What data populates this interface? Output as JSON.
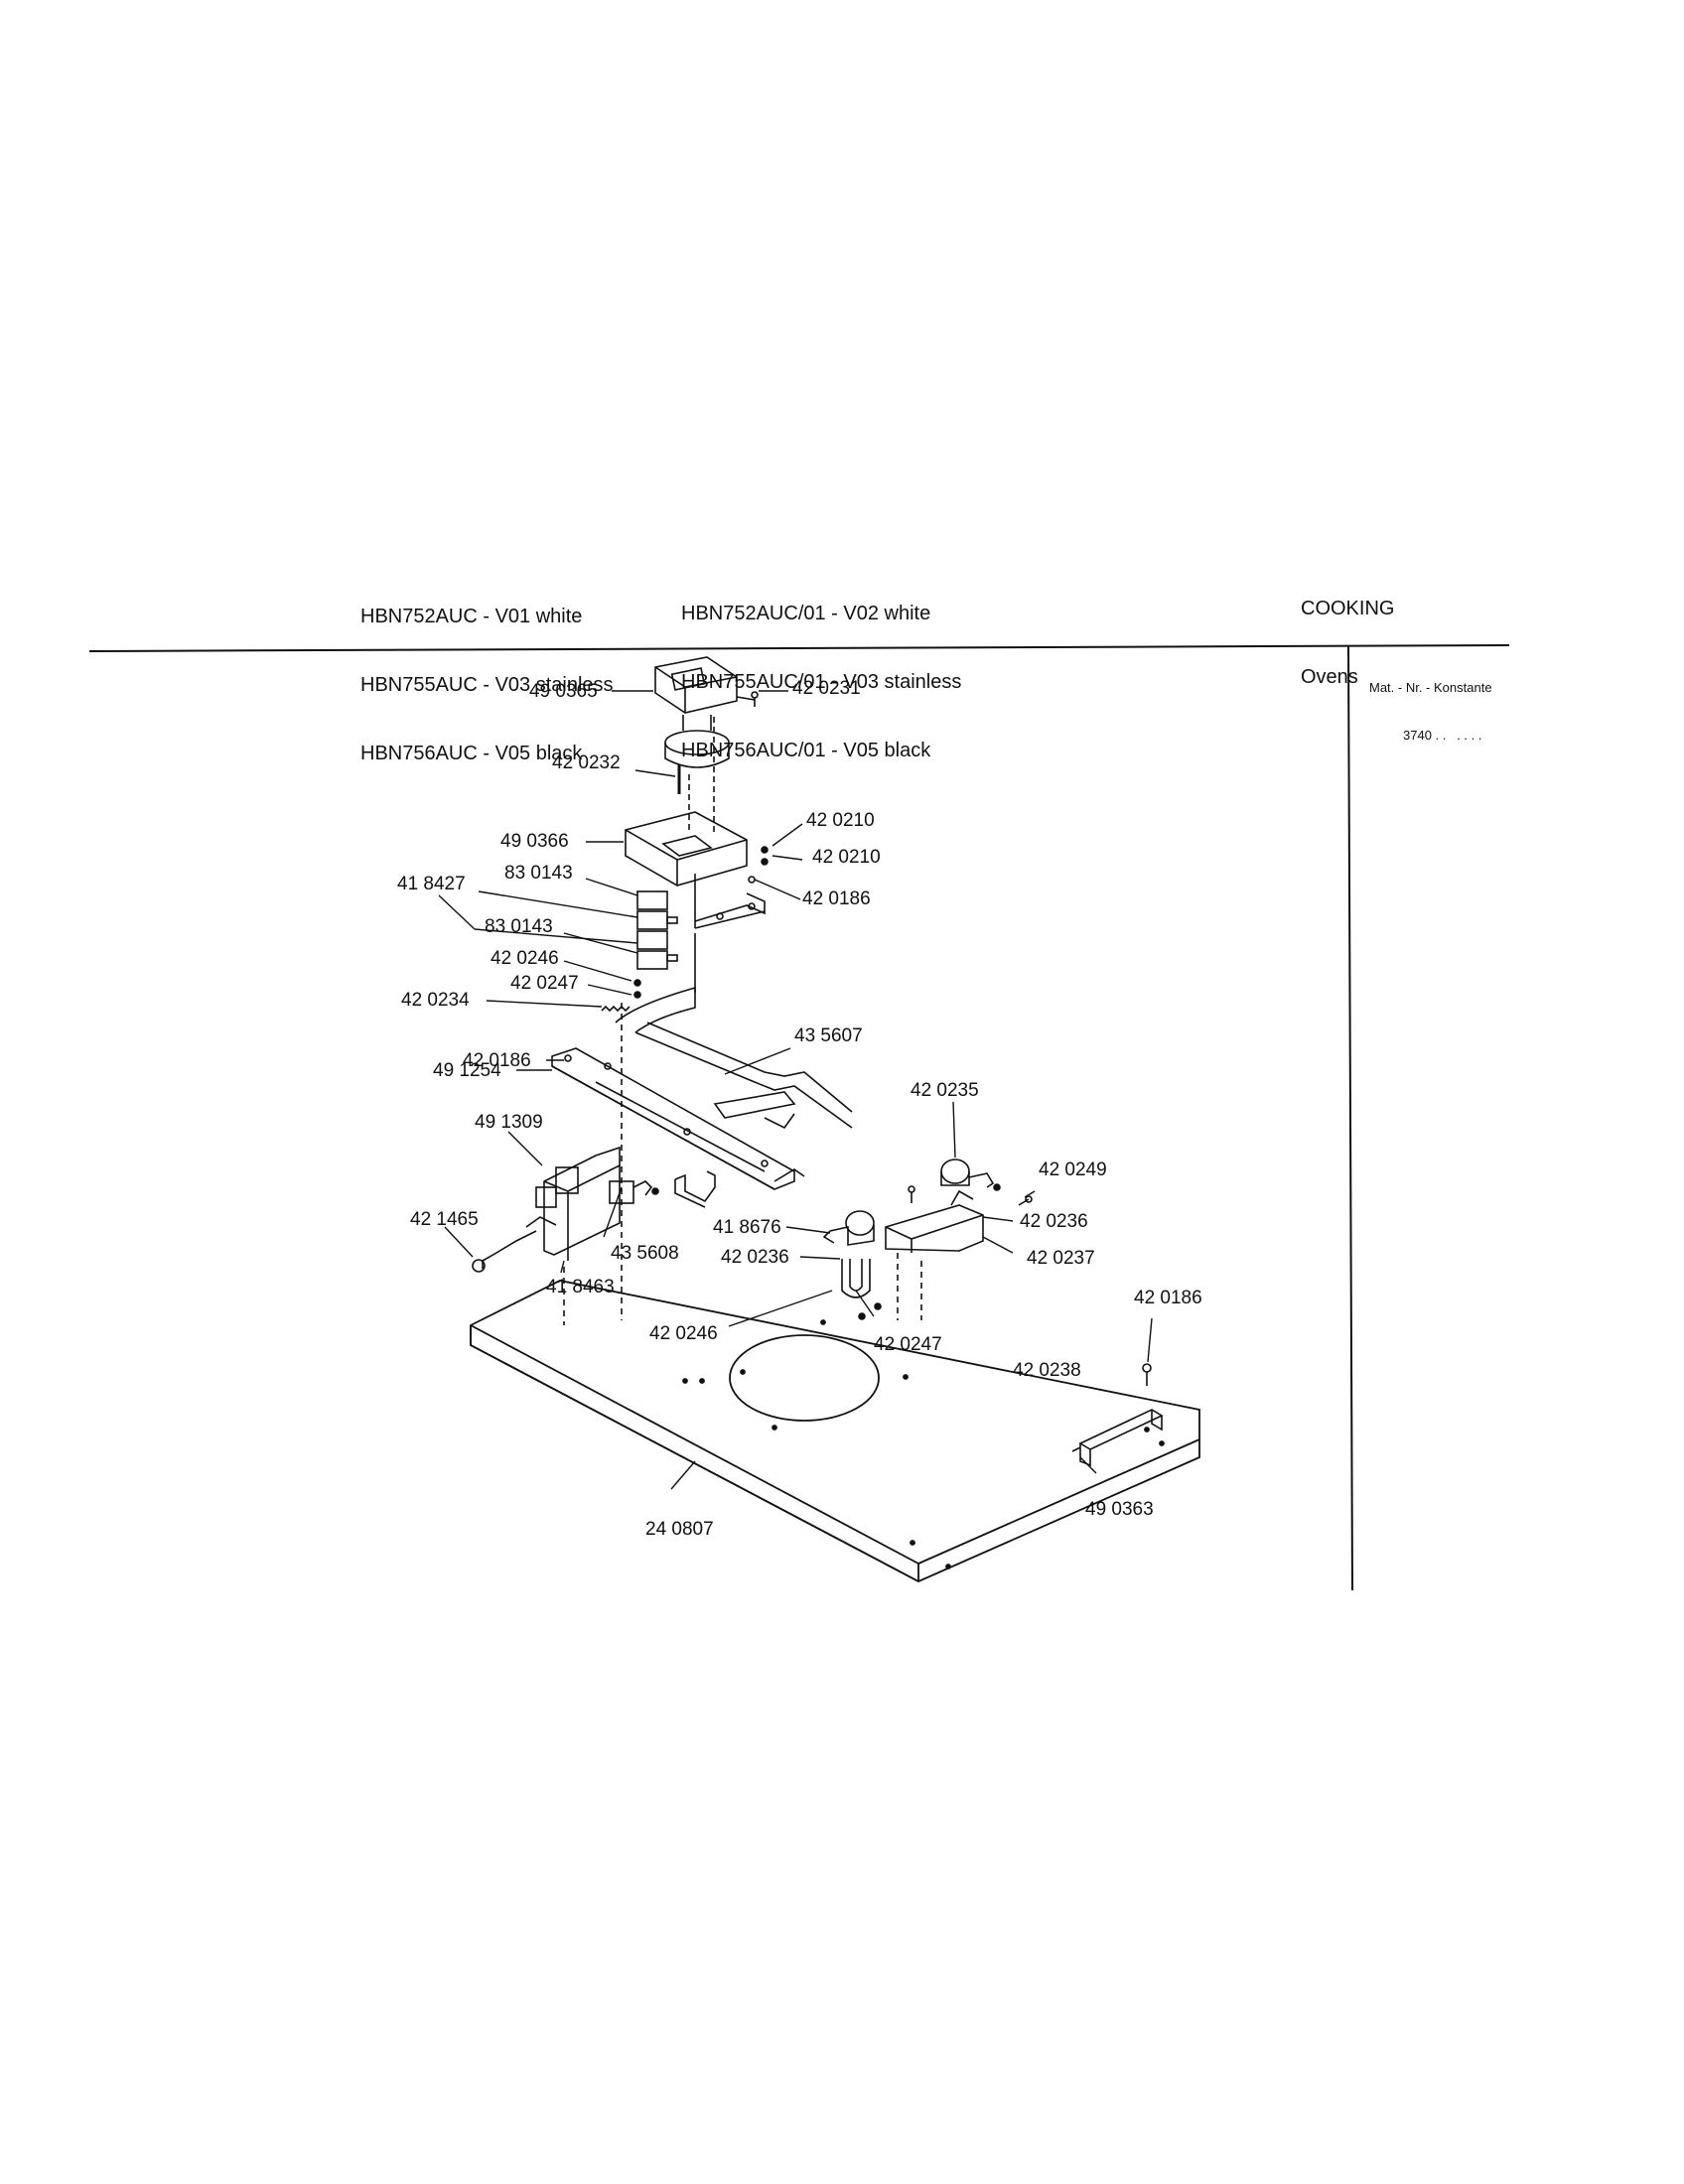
{
  "header": {
    "models_left": [
      "HBN752AUC - V01 white",
      "HBN755AUC - V03 stainless",
      "HBN756AUC - V05 black"
    ],
    "models_right": [
      "HBN752AUC/01 - V02 white",
      "HBN755AUC/01 - V03 stainless",
      "HBN756AUC/01 - V05 black"
    ],
    "category": "COOKING",
    "subcategory": "Ovens",
    "mat_label": "Mat. - Nr. - Konstante",
    "mat_value": "3740 . .   . . . ."
  },
  "parts": [
    "49 0365",
    "42 0231",
    "42 0232",
    "42 0210",
    "49 0366",
    "42 0210",
    "83 0143",
    "42 0186",
    "41 8427",
    "83 0143",
    "42 0246",
    "42 0247",
    "42 0234",
    "43 5607",
    "42 0186",
    "49 1254",
    "42 0235",
    "49 1309",
    "42 0249",
    "42 1465",
    "41 8676",
    "42 0236",
    "43 5608",
    "42 0236",
    "42 0237",
    "41 8463",
    "42 0186",
    "42 0246",
    "42 0247",
    "42 0238",
    "49 0363",
    "24 0807"
  ]
}
